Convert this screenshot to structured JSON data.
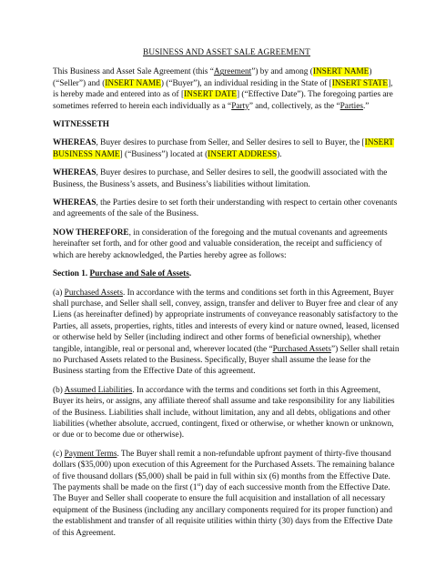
{
  "document": {
    "title": "BUSINESS AND ASSET SALE AGREEMENT",
    "intro": {
      "t1": "This Business and Asset Sale Agreement (this “",
      "agreement_term": "Agreement",
      "t2": "”) by and among (",
      "ph_seller": "INSERT NAME",
      "t3": ") (“Seller”) and (",
      "ph_buyer": "INSERT NAME",
      "t4": ") (“Buyer”), an individual residing in the State of [",
      "ph_state": "INSERT STATE",
      "t5": "], is hereby made and entered into as of [",
      "ph_date": "INSERT DATE",
      "t6": "] (“Effective Date”). The foregoing parties are sometimes referred to herein each individually as a “",
      "party_term": "Party",
      "t7": "” and, collectively, as the “",
      "parties_term": "Parties",
      "t8": ".”"
    },
    "witnesseth": "WITNESSETH",
    "recital1": {
      "lead": "WHEREAS",
      "t1": ", Buyer desires to purchase from Seller, and Seller desires to sell to Buyer, the [",
      "ph_business": "INSERT BUSINESS NAME",
      "t2": "] (“Business”) located at (",
      "ph_address": "INSERT ADDRESS",
      "t3": ")."
    },
    "recital2": {
      "lead": "WHEREAS",
      "text": ", Buyer desires to purchase, and Seller desires to sell, the goodwill associated with the Business, the Business’s assets, and Business’s liabilities without limitation."
    },
    "recital3": {
      "lead": "WHEREAS",
      "text": ", the Parties desire to set forth their understanding with respect to certain other covenants and agreements of the sale of the Business."
    },
    "now_therefore": {
      "lead": "NOW THEREFORE",
      "text": ", in consideration of the foregoing and the mutual covenants and agreements hereinafter set forth, and for other good and valuable consideration, the receipt and sufficiency of which are hereby acknowledged, the Parties hereby agree as follows:"
    },
    "section1": {
      "number": "Section 1.",
      "title": "Purchase and Sale of Assets",
      "end": "."
    },
    "clause_a": {
      "label": "(a)",
      "title": "Purchased Assets",
      "t1": ". In accordance with the terms and conditions set forth in this Agreement, Buyer shall purchase, and Seller shall sell, convey, assign, transfer and deliver to Buyer free and clear of any Liens (as hereinafter defined) by appropriate instruments of conveyance reasonably satisfactory to the Parties, all assets, properties, rights, titles and interests of every kind or nature owned, leased, licensed or otherwise held by Seller (including indirect and other forms of beneficial ownership), whether tangible, intangible, real or personal and, wherever located (the “",
      "term": "Purchased Assets",
      "t2": "”) Seller shall retain no Purchased Assets related to the Business. Specifically, Buyer shall assume the lease for the Business starting from the Effective Date of this agreement."
    },
    "clause_b": {
      "label": "(b)",
      "title": "Assumed Liabilities",
      "text": ". In accordance with the terms and conditions set forth in this Agreement, Buyer its heirs, or assigns, any affiliate thereof shall assume and take responsibility for any liabilities of the Business. Liabilities shall include, without limitation, any and all debts, obligations and other liabilities (whether absolute, accrued, contingent, fixed or otherwise, or whether known or unknown, or due or to become due or otherwise)."
    },
    "clause_c": {
      "label": "(c)",
      "title": "Payment Terms",
      "t1": ". The Buyer shall remit a non-refundable upfront payment of thirty-five thousand dollars ($35,000) upon execution of this Agreement for the Purchased Assets. The remaining balance of five thousand dollars ($5,000) shall be paid in full within six (6) months from the Effective Date. The payments shall be made on the first (1",
      "sup": "st",
      "t2": ") day of each successive month from the Effective Date. The Buyer and Seller shall cooperate to ensure the full acquisition and installation of all necessary equipment of the Business (including any ancillary components required for its proper function) and the establishment and transfer of all requisite utilities within thirty (30) days from the Effective Date of this Agreement."
    }
  }
}
